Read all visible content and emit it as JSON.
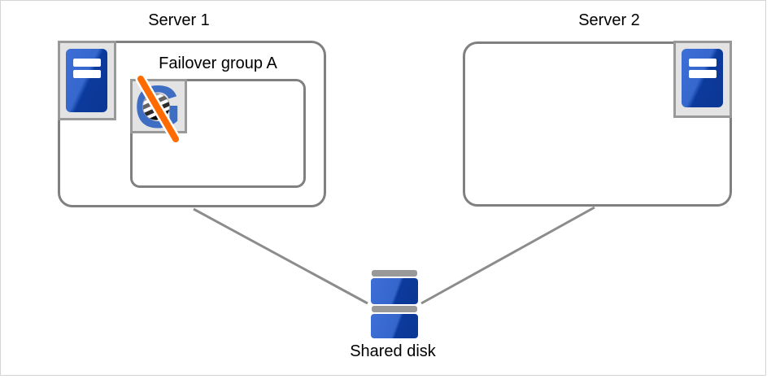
{
  "diagram": {
    "server1": {
      "label": "Server 1"
    },
    "server2": {
      "label": "Server 2"
    },
    "failover_group": {
      "label": "Failover group A",
      "status": "stopped"
    },
    "shared_disk": {
      "label": "Shared disk"
    }
  },
  "icons": {
    "server1": "server-icon",
    "server2": "server-icon",
    "failover_group": "group-circular-arrow-globe-icon",
    "failover_group_overlay": "stopped-slash-icon",
    "shared_disk": "disk-stack-icon"
  },
  "colors": {
    "text": "#000000",
    "canvas_border": "#d5d5d5",
    "box_border": "#808080",
    "icon_square_fill": "#e3e3e3",
    "icon_square_border": "#999999",
    "blue_light": "#3e6fd6",
    "blue_dark": "#0c3a9c",
    "g_blue": "#3e6dc4",
    "disk_bar": "#999999",
    "line": "#8c8c8c",
    "slash_orange": "#ff6b00"
  }
}
